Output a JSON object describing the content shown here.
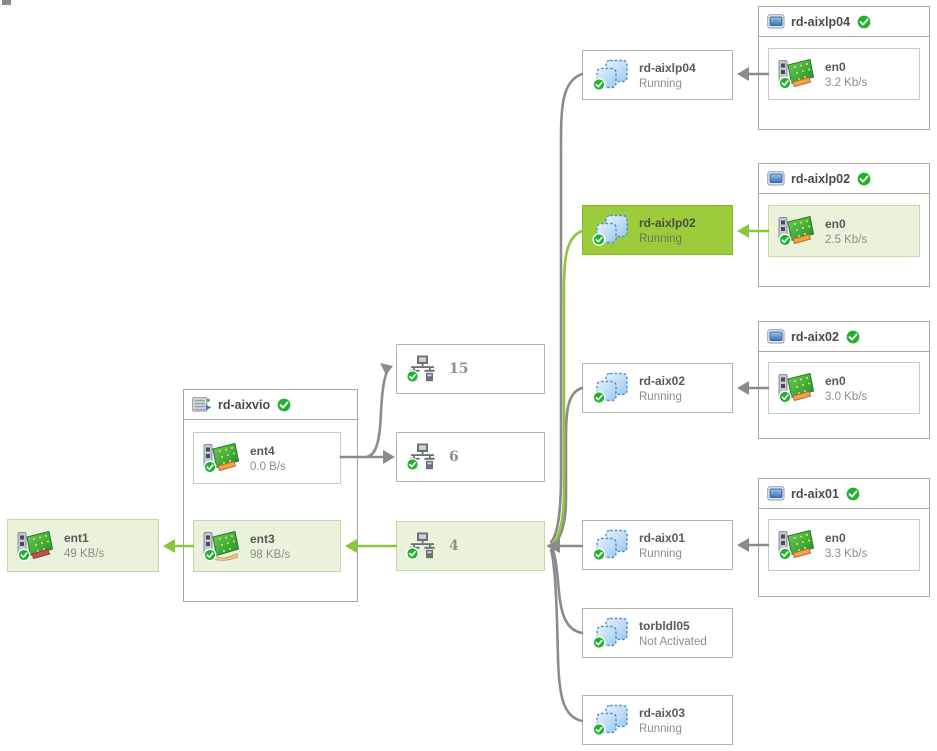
{
  "palette": {
    "selected_green": "#9ccb3b",
    "highlight_green": "#eaf2dc",
    "arrow_green": "#8cc63f",
    "arrow_gray": "#8b8b8b",
    "status_ok_green": "#1db32a"
  },
  "physical_adapter": {
    "name": "ent1",
    "rate": "49 KB/s"
  },
  "vio": {
    "title": "rd-aixvio",
    "adapters": [
      {
        "name": "ent4",
        "rate": "0.0 B/s"
      },
      {
        "name": "ent3",
        "rate": "98 KB/s"
      }
    ]
  },
  "switches": [
    {
      "ports": "15"
    },
    {
      "ports": "6"
    },
    {
      "ports": "4"
    }
  ],
  "lpars": [
    {
      "name": "rd-aixlp04",
      "status": "Running"
    },
    {
      "name": "rd-aixlp02",
      "status": "Running"
    },
    {
      "name": "rd-aix02",
      "status": "Running"
    },
    {
      "name": "rd-aix01",
      "status": "Running"
    },
    {
      "name": "torbldl05",
      "status": "Not Activated"
    },
    {
      "name": "rd-aix03",
      "status": "Running"
    }
  ],
  "hosts": [
    {
      "title": "rd-aixlp04",
      "adapter": {
        "name": "en0",
        "rate": "3.2 Kb/s"
      }
    },
    {
      "title": "rd-aixlp02",
      "adapter": {
        "name": "en0",
        "rate": "2.5 Kb/s"
      }
    },
    {
      "title": "rd-aix02",
      "adapter": {
        "name": "en0",
        "rate": "3.0 Kb/s"
      }
    },
    {
      "title": "rd-aix01",
      "adapter": {
        "name": "en0",
        "rate": "3.3 Kb/s"
      }
    }
  ],
  "icons": {
    "check_badge": "status-ok",
    "nic": "network-adapter",
    "shared_nic": "shared-network-adapter",
    "lpar": "logical-partition",
    "host": "host-server",
    "vio": "virtual-io-server",
    "switch": "virtual-switch"
  }
}
